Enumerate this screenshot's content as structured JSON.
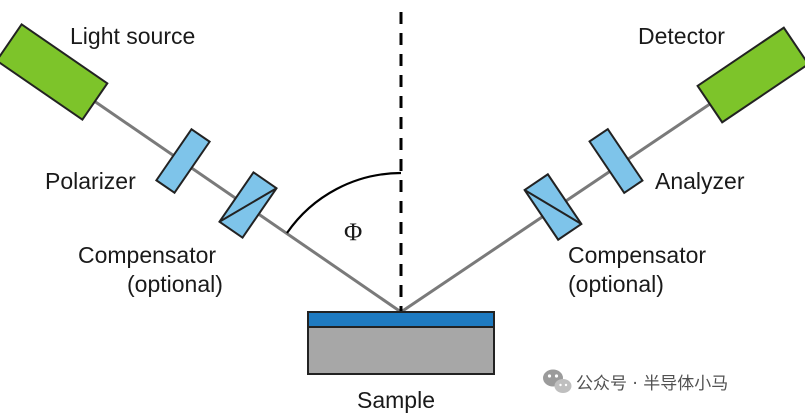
{
  "labels": {
    "light_source": "Light source",
    "detector": "Detector",
    "polarizer": "Polarizer",
    "analyzer": "Analyzer",
    "compensator_left_line1": "Compensator",
    "compensator_left_line2": "(optional)",
    "compensator_right_line1": "Compensator",
    "compensator_right_line2": "(optional)",
    "angle_symbol": "Φ",
    "sample": "Sample"
  },
  "watermark": {
    "icon": "wechat-icon",
    "text": "公众号 · 半导体小马"
  },
  "colors": {
    "source_detector_fill": "#7dc42a",
    "optic_fill": "#7ec4ea",
    "sample_film": "#1e7ac0",
    "sample_substrate": "#a7a7a7",
    "beam": "#7a7a7a"
  }
}
